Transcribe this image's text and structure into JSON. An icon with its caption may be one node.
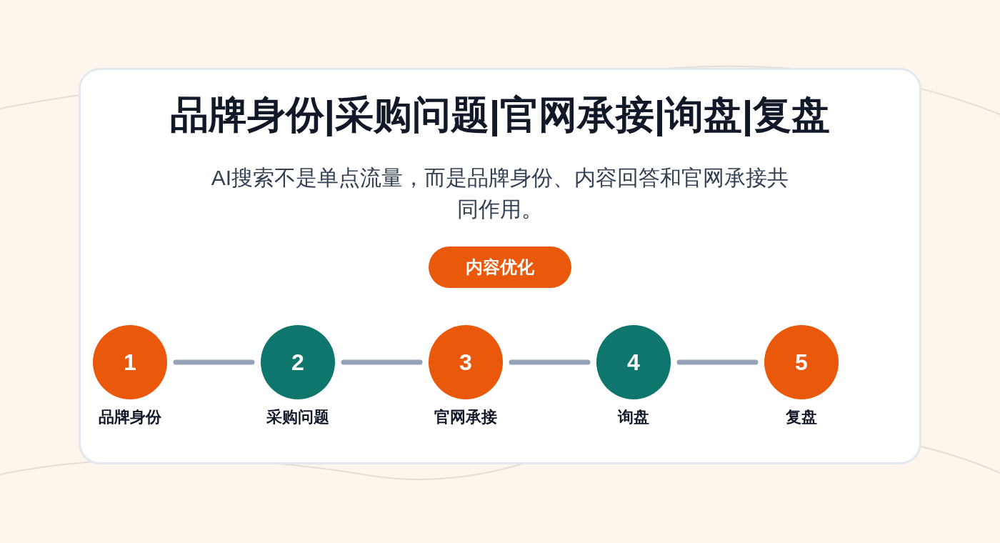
{
  "diagram": {
    "title": "品牌身份|采购问题|官网承接|询盘|复盘",
    "nodes": [
      {
        "text": [
          "内容优化"
        ]
      },
      {
        "text": [
          "1"
        ],
        "beside": [
          "品牌身份"
        ]
      },
      {
        "text": [
          "2"
        ],
        "beside": [
          "采购问题"
        ]
      },
      {
        "text": [
          "3"
        ],
        "beside": [
          "官网承接"
        ]
      },
      {
        "text": [
          "4"
        ],
        "beside": [
          "询盘"
        ]
      },
      {
        "text": [
          "5"
        ],
        "beside": [
          "复盘"
        ]
      }
    ],
    "edges": [
      {
        "from": 1,
        "to": 2,
        "arrow": "none"
      },
      {
        "from": 2,
        "to": 3,
        "arrow": "none"
      },
      {
        "from": 3,
        "to": 4,
        "arrow": "none"
      },
      {
        "from": 4,
        "to": 5,
        "arrow": "none"
      }
    ],
    "labels": [
      "AI搜索不是单点流量，而是品牌身份、内容回答和官网承接共同作用。"
    ]
  }
}
